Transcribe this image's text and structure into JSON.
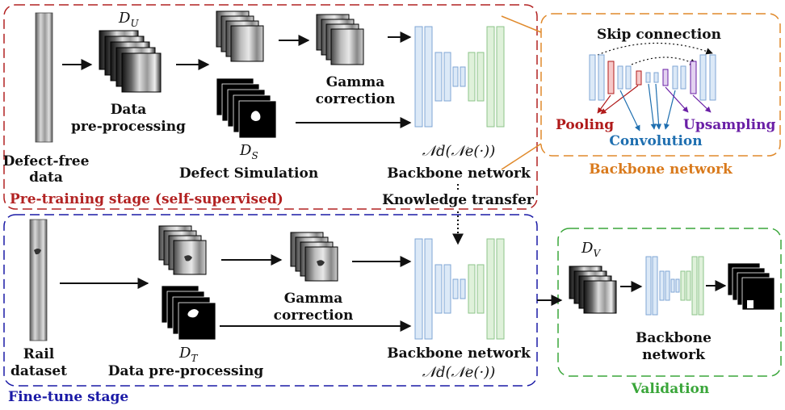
{
  "pretraining": {
    "input_label": [
      "Defect-free",
      "data"
    ],
    "du": {
      "main": "D",
      "sub": "U"
    },
    "preproc_label": [
      "Data",
      "pre-processing"
    ],
    "gamma_label": [
      "Gamma",
      "correction"
    ],
    "ds": {
      "main": "D",
      "sub": "S"
    },
    "defect_sim_label": "Defect Simulation",
    "formula": "𝒩d(𝒩e(·))",
    "backbone_label": "Backbone network",
    "stage_label": "Pre-training stage (self-supervised)"
  },
  "backbone_detail": {
    "skip_label": "Skip connection",
    "pooling_label": "Pooling",
    "upsampling_label": "Upsampling",
    "convolution_label": "Convolution",
    "caption": "Backbone network"
  },
  "transfer_label": "Knowledge transfer",
  "finetune": {
    "input_label": [
      "Rail",
      "dataset"
    ],
    "dt": {
      "main": "D",
      "sub": "T"
    },
    "preproc_label": "Data pre-processing",
    "gamma_label": [
      "Gamma",
      "correction"
    ],
    "backbone_label": "Backbone network",
    "formula": "𝒩d(𝒩e(·))",
    "stage_label": "Fine-tune stage"
  },
  "validation": {
    "dv": {
      "main": "D",
      "sub": "V"
    },
    "backbone_label": [
      "Backbone",
      "network"
    ],
    "stage_label": "Validation"
  },
  "colors": {
    "pretrain_border": "#b22222",
    "finetune_border": "#1a1aa6",
    "detail_border": "#e08a2c",
    "validation_border": "#3aa63a",
    "encoder_fill": "#dce9f7",
    "encoder_stroke": "#7fa6d4",
    "decoder_fill": "#dff1da",
    "decoder_stroke": "#8cc48a",
    "pooling_color": "#b01a1a",
    "upsampling_color": "#6a1fa6",
    "convolution_color": "#1f6fb0"
  }
}
